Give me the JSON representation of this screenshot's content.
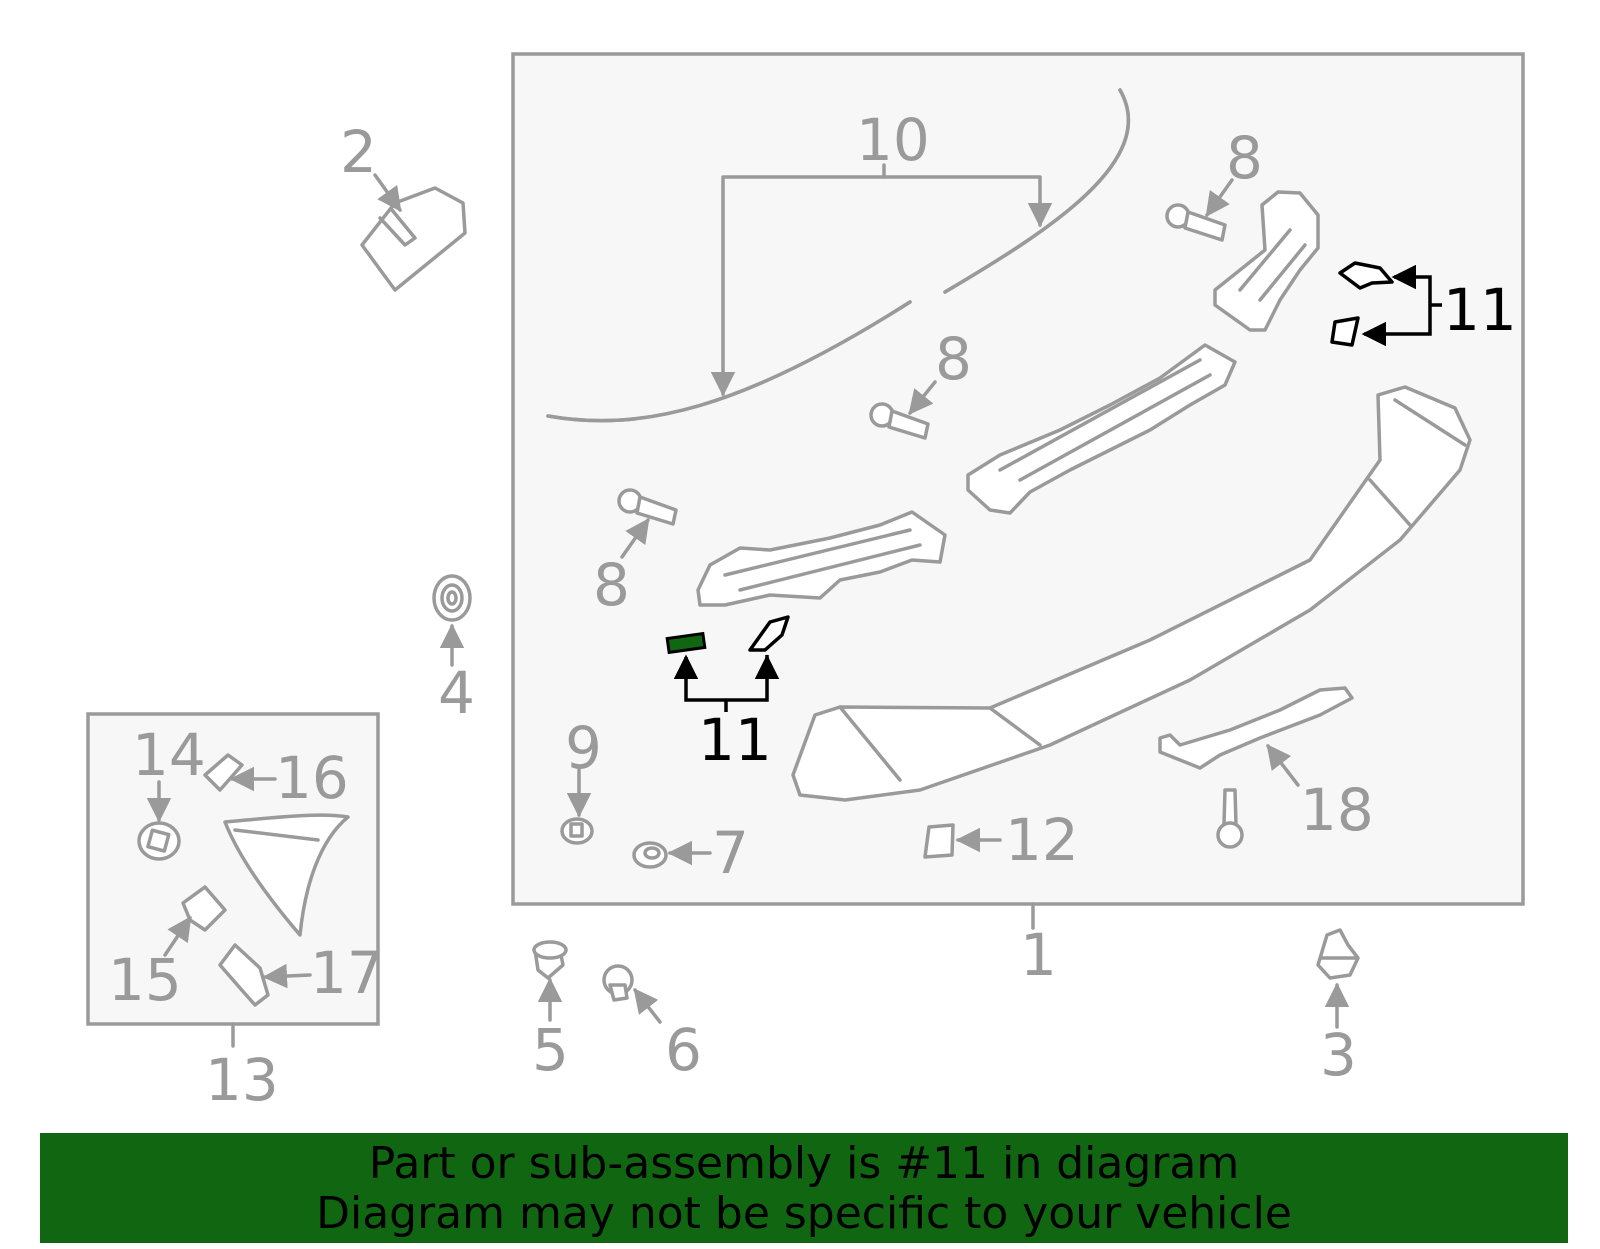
{
  "labels": {
    "l1": "1",
    "l2": "2",
    "l3": "3",
    "l4": "4",
    "l5": "5",
    "l6": "6",
    "l7": "7",
    "l8a": "8",
    "l8b": "8",
    "l8c": "8",
    "l9": "9",
    "l10": "10",
    "l11a": "11",
    "l11b": "11",
    "l12": "12",
    "l13": "13",
    "l14": "14",
    "l15": "15",
    "l16": "16",
    "l17": "17",
    "l18": "18"
  },
  "highlight": {
    "part_number": "11",
    "color": "#116611",
    "label_color": "#000000"
  },
  "colors": {
    "line_gray": "#9a9a9a",
    "box_fill": "#f7f7f7",
    "banner_green": "#116611"
  },
  "banner": {
    "line1": "Part or sub-assembly is #11 in diagram",
    "line2": "Diagram may not be specific to your vehicle"
  }
}
